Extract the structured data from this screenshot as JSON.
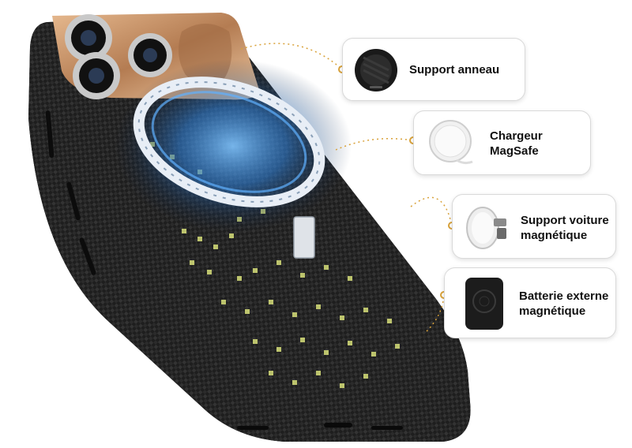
{
  "accessories": [
    {
      "label": "Support anneau",
      "icon": "ring-holder-icon"
    },
    {
      "label": "Chargeur\nMagSafe",
      "icon": "magsafe-charger-icon"
    },
    {
      "label": "Support voiture\nmagnétique",
      "icon": "car-mount-icon"
    },
    {
      "label": "Batterie externe\nmagnétique",
      "icon": "power-bank-icon"
    }
  ],
  "colors": {
    "case_black": "#1b1b1b",
    "carbon_weave": "#2a2a2a",
    "pattern_yellow": "#d8e07a",
    "camera_gold": "#c8956a",
    "magsafe_glow": "#4aa3ff",
    "connector_orange": "#d9a23a"
  }
}
